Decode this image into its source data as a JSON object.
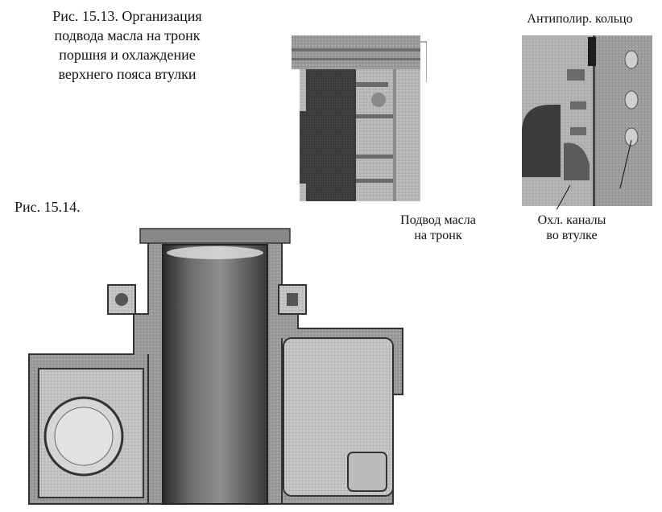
{
  "figure_1315": {
    "caption_lines": [
      "Рис. 15.13. Организация",
      "подвода масла на тронк",
      "поршня и охлаждение",
      "верхнего пояса втулки"
    ],
    "labels": {
      "antipolishing_ring": "Антиполир. кольцо",
      "oil_supply_line1": "Подвод масла",
      "oil_supply_line2": "на тронк",
      "cooling_channels_line1": "Охл. каналы",
      "cooling_channels_line2": "во втулке"
    }
  },
  "figure_1314": {
    "caption": "Рис. 15.14."
  }
}
